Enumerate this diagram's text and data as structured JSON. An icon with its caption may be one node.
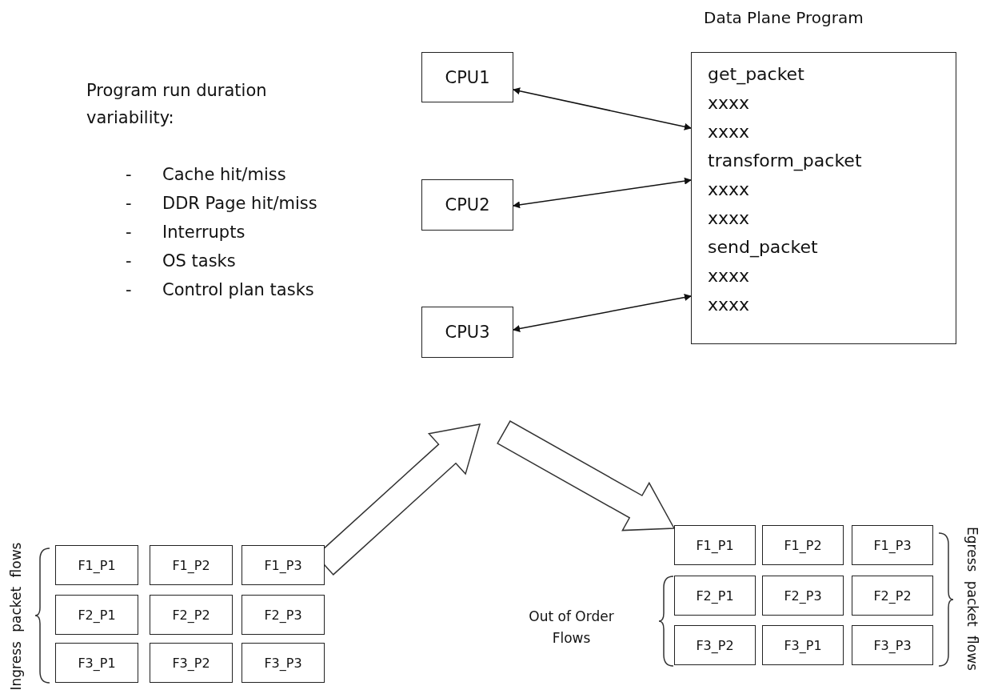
{
  "diagram": {
    "nodes": [
      {
        "text": [
          "CPU1"
        ]
      },
      {
        "text": [
          "CPU2"
        ]
      },
      {
        "text": [
          "CPU3"
        ]
      },
      {
        "text": [
          "Data Plane Program",
          "get_packet",
          "xxxx",
          "xxxx",
          "transform_packet",
          "xxxx",
          "xxxx",
          "send_packet",
          "xxxx",
          "xxxx"
        ]
      },
      {
        "text": [
          "F1_P1"
        ]
      },
      {
        "text": [
          "F1_P2"
        ]
      },
      {
        "text": [
          "F1_P3"
        ]
      },
      {
        "text": [
          "F2_P1"
        ]
      },
      {
        "text": [
          "F2_P2"
        ]
      },
      {
        "text": [
          "F2_P3"
        ]
      },
      {
        "text": [
          "F3_P1"
        ]
      },
      {
        "text": [
          "F3_P2"
        ]
      },
      {
        "text": [
          "F3_P3"
        ]
      },
      {
        "text": [
          "F1_P1"
        ]
      },
      {
        "text": [
          "F1_P2"
        ]
      },
      {
        "text": [
          "F1_P3"
        ]
      },
      {
        "text": [
          "F2_P1"
        ]
      },
      {
        "text": [
          "F2_P3"
        ]
      },
      {
        "text": [
          "F2_P2"
        ]
      },
      {
        "text": [
          "F3_P2"
        ]
      },
      {
        "text": [
          "F3_P1"
        ]
      },
      {
        "text": [
          "F3_P3"
        ]
      }
    ],
    "edges": [
      {
        "from": 0,
        "to": 3,
        "arrow": "both"
      },
      {
        "from": 1,
        "to": 3,
        "arrow": "both"
      },
      {
        "from": 2,
        "to": 3,
        "arrow": "both"
      },
      {
        "from": 6,
        "to": null,
        "arrow": "to",
        "style": "thick"
      },
      {
        "from": null,
        "to": 13,
        "arrow": "to",
        "style": "thick"
      }
    ],
    "labels": [
      "Program run duration variability:",
      "-",
      "Cache hit/miss",
      "-",
      "DDR Page hit/miss",
      "-",
      "Interrupts",
      "-",
      "OS tasks",
      "-",
      "Control plan tasks",
      "Ingress packet flows",
      "Out of Order Flows",
      "Egress packet flows"
    ]
  }
}
